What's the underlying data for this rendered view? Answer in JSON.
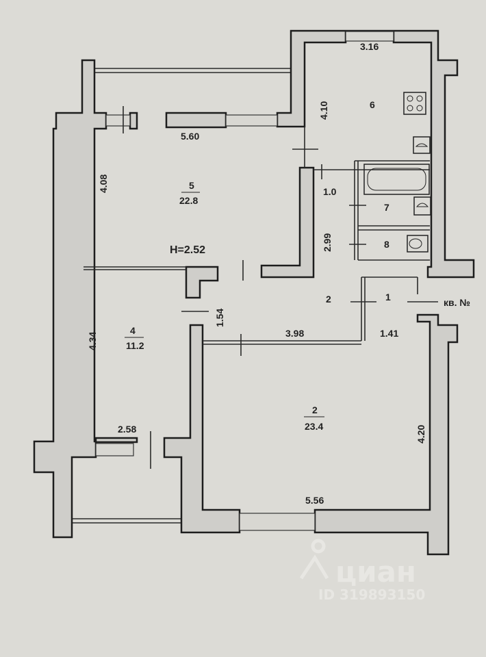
{
  "plan": {
    "ceiling_height": "H=2.52",
    "apartment_label": "кв. №",
    "rooms": [
      {
        "number": "1",
        "dimension": "1.41"
      },
      {
        "number": "2",
        "dimension": "3.98"
      },
      {
        "number": "2",
        "area": "23.4",
        "dimension_width": "5.56",
        "dimension_depth": "4.20"
      },
      {
        "number": "4",
        "area": "11.2",
        "dimension_width": "2.58",
        "dimension_depth": "4.34"
      },
      {
        "number": "5",
        "area": "22.8",
        "dimension_width": "5.60",
        "dimension_depth": "4.08"
      },
      {
        "number": "6",
        "dimension_width": "3.16",
        "dimension_depth": "4.10"
      },
      {
        "number": "7"
      },
      {
        "number": "8"
      }
    ],
    "other_dimensions": {
      "passage_width": "1.0",
      "corridor_length": "2.99",
      "hall_width": "1.54"
    }
  },
  "watermark": {
    "brand": "циан",
    "id": "ID 319893150"
  }
}
